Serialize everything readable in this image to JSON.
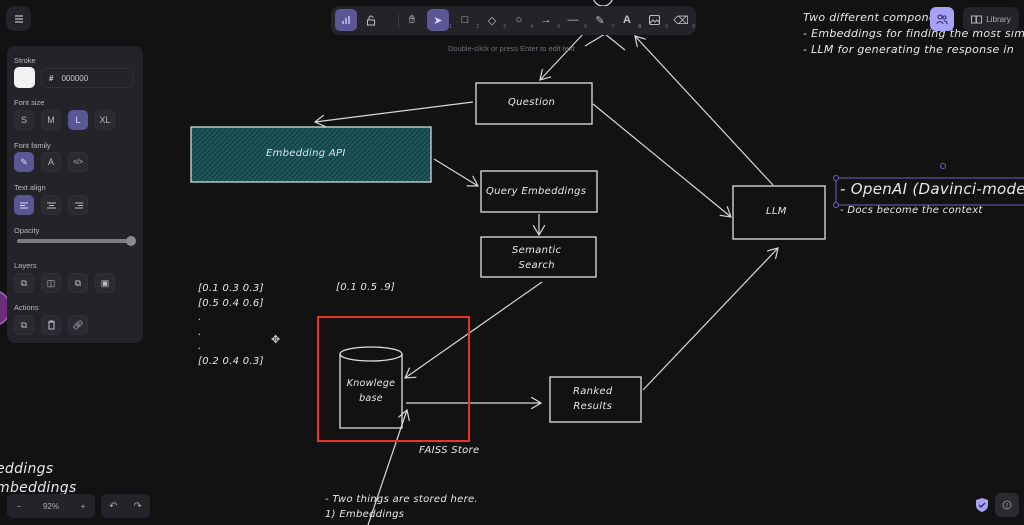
{
  "app": {
    "menu_icon": "hamburger-icon"
  },
  "properties": {
    "stroke_label": "Stroke",
    "stroke_color": "#f1f1f1",
    "stroke_hex": "000000",
    "font_size_label": "Font size",
    "font_sizes": [
      "S",
      "M",
      "L",
      "XL"
    ],
    "font_size_selected": "L",
    "font_family_label": "Font family",
    "font_families": [
      "hand-drawn",
      "normal",
      "code"
    ],
    "font_family_selected": "hand-drawn",
    "text_align_label": "Text align",
    "text_align_options": [
      "left",
      "center",
      "right"
    ],
    "text_align_selected": "left",
    "opacity_label": "Opacity",
    "opacity_value": 100,
    "layers_label": "Layers",
    "layers": [
      "send-to-back",
      "send-backward",
      "bring-forward",
      "bring-to-front"
    ],
    "actions_label": "Actions",
    "actions": [
      "duplicate",
      "delete",
      "link"
    ]
  },
  "toolbar": {
    "tools": [
      {
        "name": "keep-tool-active",
        "key": ""
      },
      {
        "name": "lock",
        "key": ""
      },
      {
        "name": "hand",
        "key": ""
      },
      {
        "name": "selection",
        "key": "1"
      },
      {
        "name": "rectangle",
        "key": "2"
      },
      {
        "name": "diamond",
        "key": "3"
      },
      {
        "name": "ellipse",
        "key": "4"
      },
      {
        "name": "arrow",
        "key": "5"
      },
      {
        "name": "line",
        "key": "6"
      },
      {
        "name": "draw",
        "key": "7"
      },
      {
        "name": "text",
        "key": "8"
      },
      {
        "name": "image",
        "key": "9"
      },
      {
        "name": "eraser",
        "key": "0"
      }
    ],
    "active_tool": "selection",
    "hint": "Double-click or press Enter to edit text"
  },
  "topright": {
    "library_label": "Library"
  },
  "bottom": {
    "zoom_out": "−",
    "zoom_level": "92%",
    "zoom_in": "+",
    "undo": "↶",
    "redo": "↷"
  },
  "canvas": {
    "notes_top": [
      "Two different components",
      "- Embeddings for finding the most similar",
      "- LLM for generating the response in"
    ],
    "nodes": {
      "question": "Question",
      "embedding_api": "Embedding API",
      "query_embeddings": "Query Embeddings",
      "semantic_search_1": "Semantic",
      "semantic_search_2": "Search",
      "knowledge_1": "Knowlege",
      "knowledge_2": "base",
      "ranked_1": "Ranked",
      "ranked_2": "Results",
      "llm": "LLM"
    },
    "embedding_api_fill": "#1d5a5e",
    "vectors": [
      "[0.1  0.3 0.3]",
      "[0.5 0.4 0.6]",
      ".",
      ".",
      ".",
      "[0.2 0.4 0.3]"
    ],
    "query_vector": "[0.1 0.5 .9]",
    "faiss_label": "FAISS Store",
    "selected_text": "- OpenAI (Davinci-model",
    "context_note": "- Docs become the context",
    "storage_notes": [
      "- Two things are stored here.",
      "1) Embeddings"
    ],
    "left_partial": [
      "eddings",
      "mbeddings"
    ],
    "highlight_color": "#e8322a"
  }
}
